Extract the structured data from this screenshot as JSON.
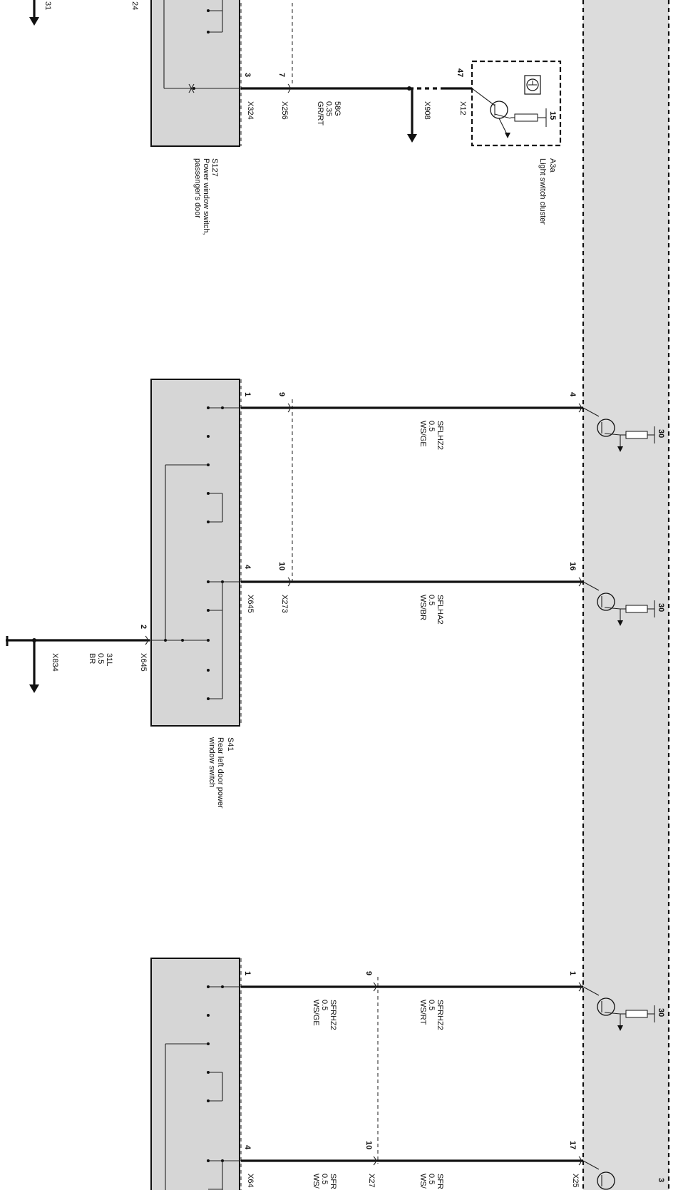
{
  "top_fragments": {
    "left_ref": "31",
    "box_ref": "24"
  },
  "s127": {
    "name": "S127",
    "desc_line1": "Power window switch,",
    "desc_line2": "passenger's door",
    "pin_a": "3",
    "pin_b": "7",
    "conn_a": "X324",
    "conn_b": "X256"
  },
  "wire_58g": {
    "circuit": "58G",
    "size": "0.35",
    "color": "GR/RT"
  },
  "x908": {
    "name": "X908"
  },
  "a3a": {
    "name": "A3a",
    "desc": "Light switch cluster",
    "pin": "47",
    "conn": "X12",
    "terminal": "15"
  },
  "s41": {
    "name": "S41",
    "desc_line1": "Rear left door power",
    "desc_line2": "window switch",
    "pin_1": "1",
    "pin_1_mid": "9",
    "pin_1_module": "4",
    "pin_2": "4",
    "pin_2_mid": "10",
    "pin_2_module": "16",
    "conn_a": "X645",
    "conn_b": "X273",
    "ground_pin": "2",
    "ground_conn": "X645",
    "ground_wire": {
      "circuit": "31L",
      "size": "0.5",
      "color": "BR"
    },
    "ground_point": "X834",
    "wire1": {
      "circuit": "SFLHZ2",
      "size": "0.5",
      "color": "WS/GE"
    },
    "wire2": {
      "circuit": "SFLHA2",
      "size": "0.5",
      "color": "WS/BR"
    },
    "term1": "30",
    "term2": "30"
  },
  "s42": {
    "pin_1": "1",
    "pin_1_mid": "9",
    "pin_1_module": "1",
    "pin_2": "4",
    "pin_2_mid": "10",
    "pin_2_module": "17",
    "conn_a_partial": "X64",
    "conn_b_partial": "X27",
    "conn_module_partial": "X25",
    "wire_left": {
      "circuit": "SFRHZ2",
      "size": "0.5",
      "color": "WS/GE"
    },
    "wire_right": {
      "circuit": "SFRHZ2",
      "size": "0.5",
      "color": "WS/RT"
    },
    "wire_left_partial": {
      "circuit": "SFR",
      "size": "0.5",
      "color": "WS/"
    },
    "wire_right_partial": {
      "circuit": "SFR",
      "size": "0.5",
      "color": "WS/"
    },
    "term1": "30",
    "term2_partial": "3"
  },
  "colors": {
    "module_fill": "#dcdcdc",
    "line": "#111111",
    "page": "#ffffff"
  }
}
